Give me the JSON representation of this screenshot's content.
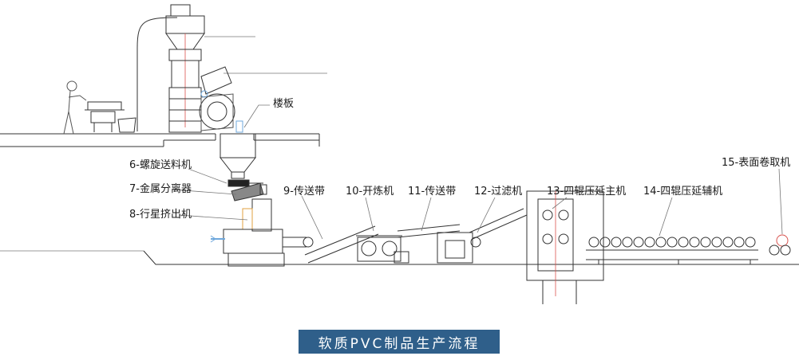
{
  "diagram": {
    "floor_label": "楼板",
    "stations": [
      {
        "id": "s6",
        "label": "6-螺旋送料机"
      },
      {
        "id": "s7",
        "label": "7-金属分离器"
      },
      {
        "id": "s8",
        "label": "8-行星挤出机"
      },
      {
        "id": "s9",
        "label": "9-传送带"
      },
      {
        "id": "s10",
        "label": "10-开炼机"
      },
      {
        "id": "s11",
        "label": "11-传送带"
      },
      {
        "id": "s12",
        "label": "12-过滤机"
      },
      {
        "id": "s13",
        "label": "13-四辊压延主机"
      },
      {
        "id": "s14",
        "label": "14-四辊压延辅机"
      },
      {
        "id": "s15",
        "label": "15-表面卷取机"
      }
    ],
    "caption": "软质PVC制品生产流程"
  },
  "colors": {
    "line": "#333333",
    "accent_red": "#d9534f",
    "accent_blue": "#6fa8dc",
    "accent_orange": "#e0a040",
    "banner_bg": "#2f5f8a"
  }
}
